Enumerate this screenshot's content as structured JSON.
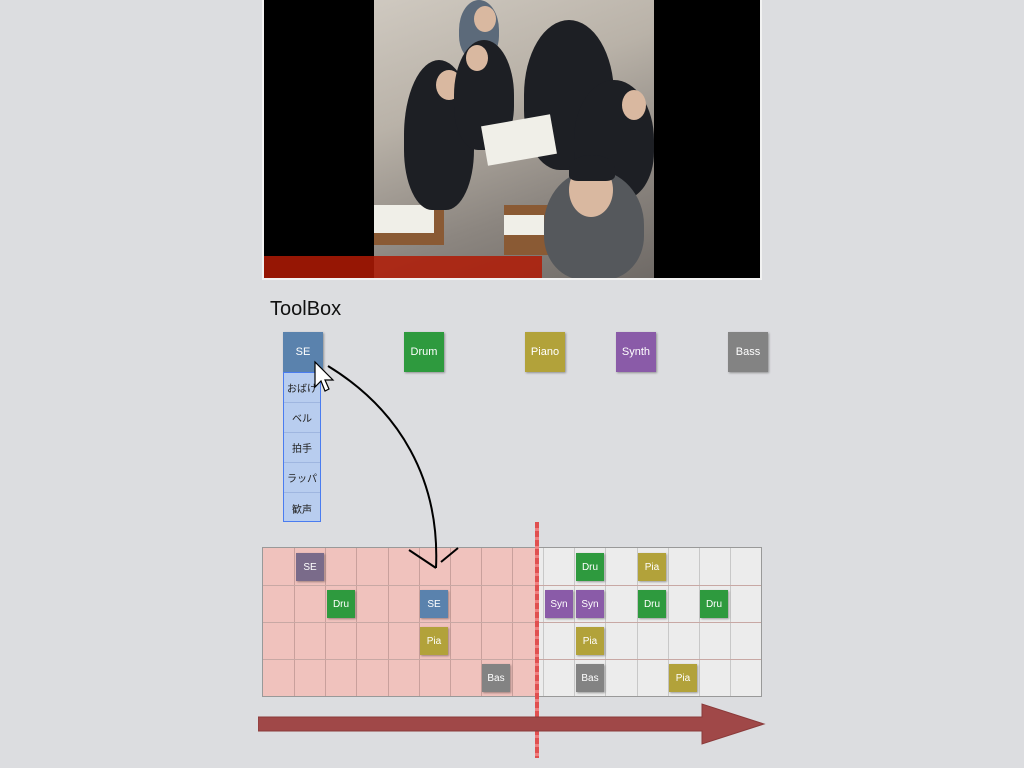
{
  "toolbox": {
    "title": "ToolBox",
    "tools": [
      {
        "label": "SE",
        "color": "#5a82ad"
      },
      {
        "label": "Drum",
        "color": "#2e9a3e"
      },
      {
        "label": "Piano",
        "color": "#b2a23a"
      },
      {
        "label": "Synth",
        "color": "#8a5ba8"
      },
      {
        "label": "Bass",
        "color": "#838383"
      }
    ],
    "se_menu": [
      "おばけ",
      "ベル",
      "拍手",
      "ラッパ",
      "歓声"
    ]
  },
  "video": {
    "progress": 0.56
  },
  "timeline": {
    "rows": 4,
    "columns": 16,
    "playhead_column": 9,
    "clips": [
      {
        "label": "SE",
        "color": "#7a6b8a",
        "row": 0,
        "col": 1
      },
      {
        "label": "Dru",
        "color": "#2e9a3e",
        "row": 0,
        "col": 10
      },
      {
        "label": "Pia",
        "color": "#b2a23a",
        "row": 0,
        "col": 12
      },
      {
        "label": "Dru",
        "color": "#2e9a3e",
        "row": 1,
        "col": 2
      },
      {
        "label": "SE",
        "color": "#5a82ad",
        "row": 1,
        "col": 5
      },
      {
        "label": "Syn",
        "color": "#8a5ba8",
        "row": 1,
        "col": 9
      },
      {
        "label": "Syn",
        "color": "#8a5ba8",
        "row": 1,
        "col": 10
      },
      {
        "label": "Dru",
        "color": "#2e9a3e",
        "row": 1,
        "col": 12
      },
      {
        "label": "Dru",
        "color": "#2e9a3e",
        "row": 1,
        "col": 14
      },
      {
        "label": "Pia",
        "color": "#b2a23a",
        "row": 2,
        "col": 5
      },
      {
        "label": "Pia",
        "color": "#b2a23a",
        "row": 2,
        "col": 10
      },
      {
        "label": "Bas",
        "color": "#838383",
        "row": 3,
        "col": 7
      },
      {
        "label": "Bas",
        "color": "#838383",
        "row": 3,
        "col": 10
      },
      {
        "label": "Pia",
        "color": "#b2a23a",
        "row": 3,
        "col": 13
      }
    ]
  },
  "colors": {
    "played_region": "#f0c2bd",
    "playhead": "#e05050",
    "time_arrow": "#a04848"
  }
}
